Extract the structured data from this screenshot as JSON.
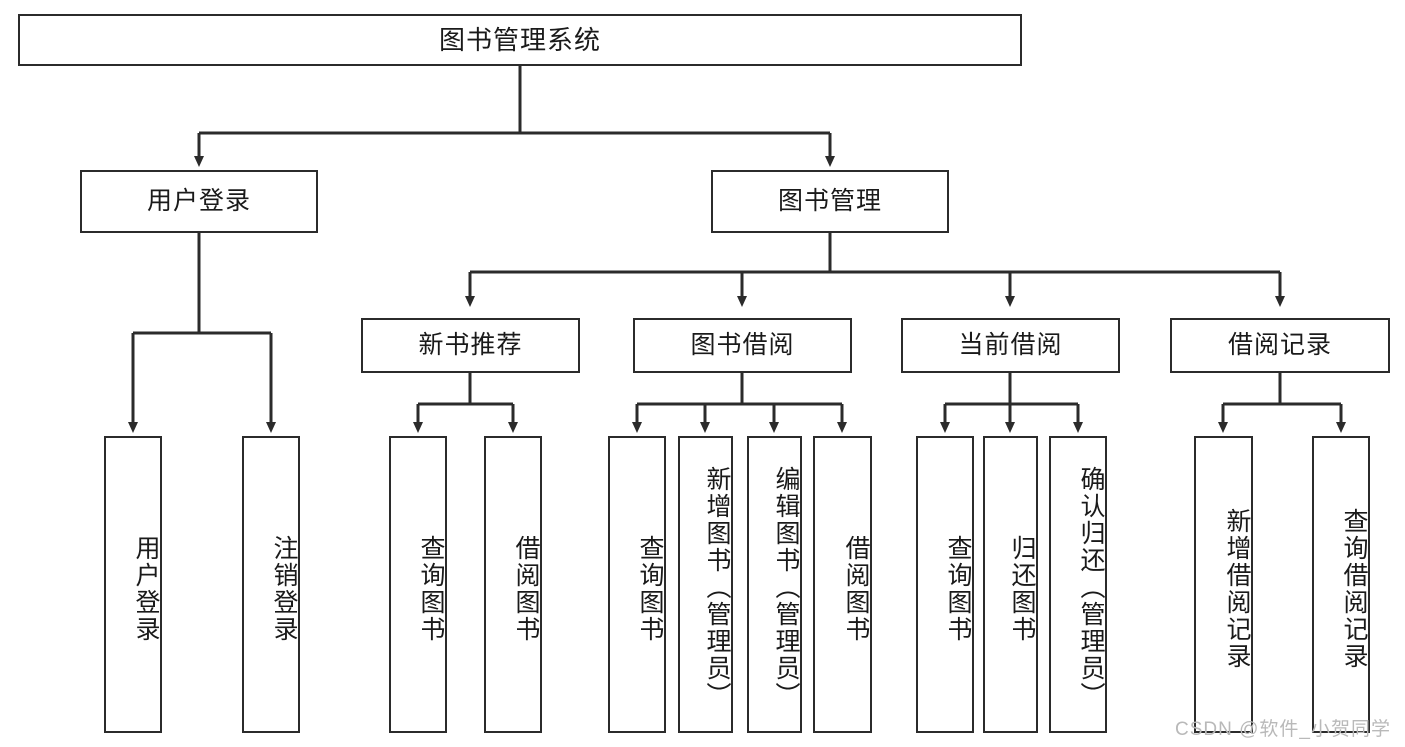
{
  "diagram": {
    "title": "图书管理系统",
    "type": "tree-hierarchy-diagram",
    "watermark": "CSDN @软件_小贺同学",
    "colors": {
      "box_border": "#2b2b2b",
      "box_fill": "#ffffff",
      "connector": "#2b2b2b",
      "text": "#1a1a1a",
      "watermark": "#b9b9b9",
      "background": "#ffffff"
    },
    "level2": [
      {
        "id": "user-login",
        "label": "用户登录"
      },
      {
        "id": "book-management",
        "label": "图书管理"
      }
    ],
    "level3": [
      {
        "id": "new-book-recommend",
        "label": "新书推荐"
      },
      {
        "id": "book-borrow",
        "label": "图书借阅"
      },
      {
        "id": "current-borrow",
        "label": "当前借阅"
      },
      {
        "id": "borrow-record",
        "label": "借阅记录"
      }
    ],
    "leaves": [
      {
        "id": "leaf-user-login",
        "label": "用户登录",
        "parent": "user-login"
      },
      {
        "id": "leaf-logout-login",
        "label": "注销登录",
        "parent": "user-login"
      },
      {
        "id": "leaf-query-book-1",
        "label": "查询图书",
        "parent": "new-book-recommend"
      },
      {
        "id": "leaf-borrow-book-1",
        "label": "借阅图书",
        "parent": "new-book-recommend"
      },
      {
        "id": "leaf-query-book-2",
        "label": "查询图书",
        "parent": "book-borrow"
      },
      {
        "id": "leaf-add-book-admin",
        "label": "新增图书（管理员）",
        "parent": "book-borrow"
      },
      {
        "id": "leaf-edit-book-admin",
        "label": "编辑图书（管理员）",
        "parent": "book-borrow"
      },
      {
        "id": "leaf-borrow-book-2",
        "label": "借阅图书",
        "parent": "book-borrow"
      },
      {
        "id": "leaf-query-book-3",
        "label": "查询图书",
        "parent": "current-borrow"
      },
      {
        "id": "leaf-return-book",
        "label": "归还图书",
        "parent": "current-borrow"
      },
      {
        "id": "leaf-confirm-return-admin",
        "label": "确认归还（管理员）",
        "parent": "current-borrow"
      },
      {
        "id": "leaf-add-borrow-record",
        "label": "新增借阅记录",
        "parent": "borrow-record"
      },
      {
        "id": "leaf-query-borrow-record",
        "label": "查询借阅记录",
        "parent": "borrow-record"
      }
    ]
  }
}
